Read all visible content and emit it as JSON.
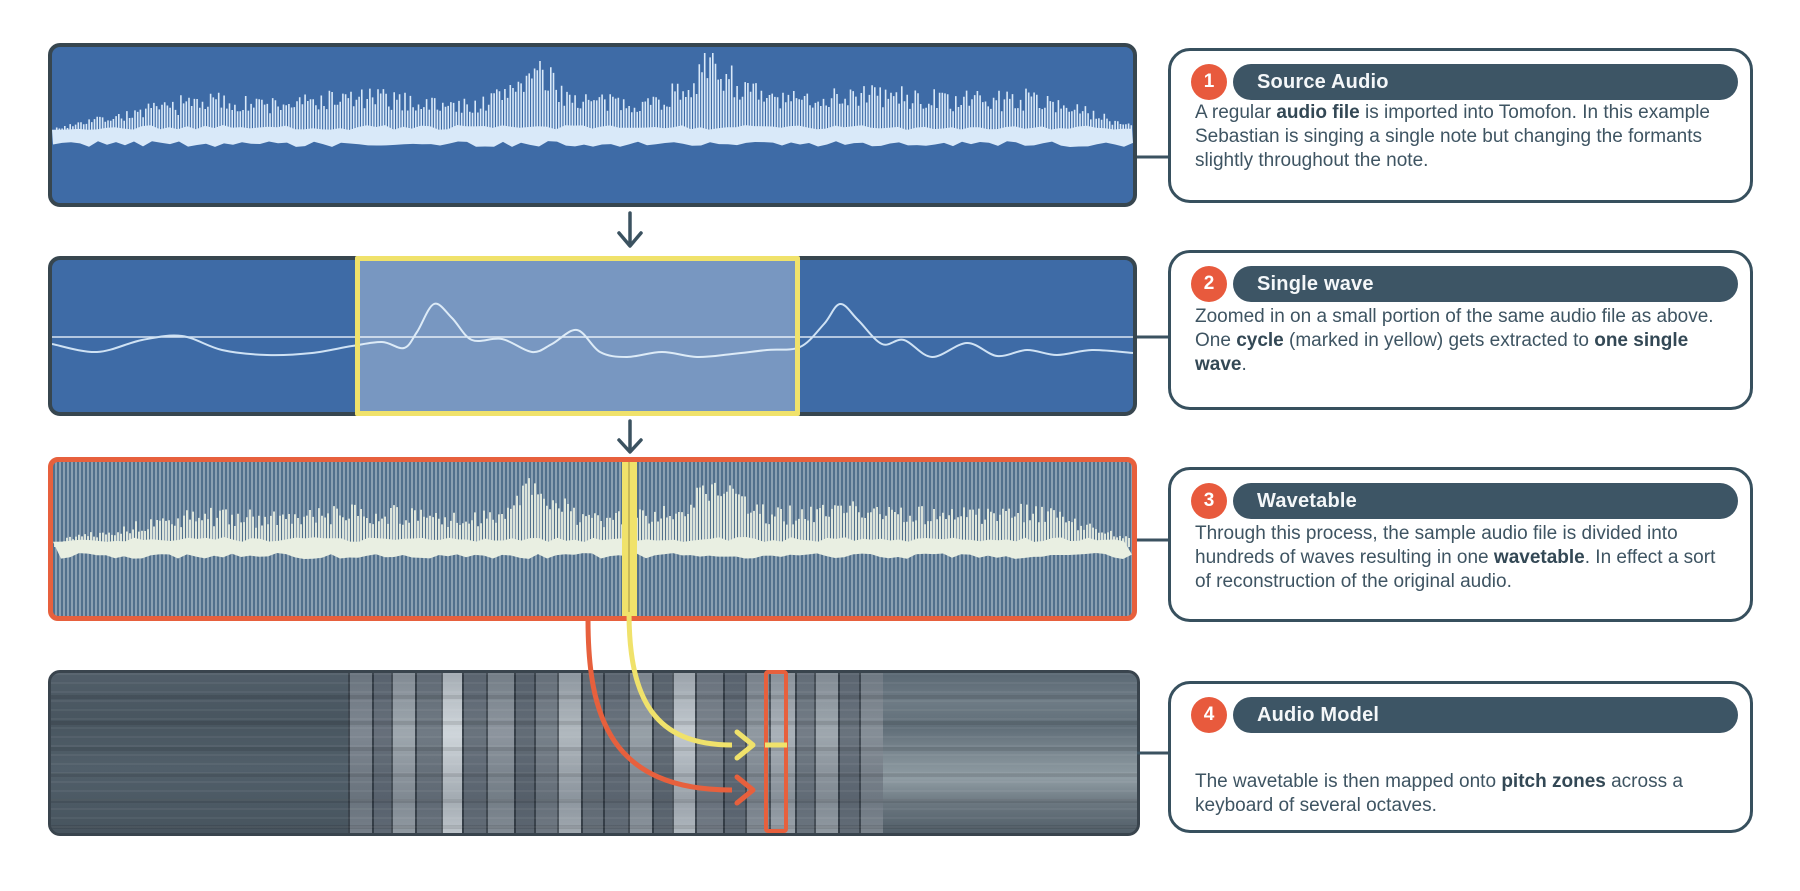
{
  "steps": [
    {
      "number": "1",
      "title": "Source Audio",
      "body": [
        {
          "t": "A regular ",
          "b": 0
        },
        {
          "t": "audio file",
          "b": 1
        },
        {
          "t": " is imported into Tomofon. In this example Sebastian is singing a single note but changing the formants slightly throughout the note.",
          "b": 0
        }
      ]
    },
    {
      "number": "2",
      "title": "Single wave",
      "body": [
        {
          "t": "Zoomed in on a small portion of the same audio file as above. One ",
          "b": 0
        },
        {
          "t": "cycle",
          "b": 1
        },
        {
          "t": " (marked in yellow) gets extracted to ",
          "b": 0
        },
        {
          "t": "one single wave",
          "b": 1
        },
        {
          "t": ".",
          "b": 0
        }
      ]
    },
    {
      "number": "3",
      "title": "Wavetable",
      "body": [
        {
          "t": "Through this process, the sample audio file is divided into hundreds of waves resulting in one ",
          "b": 0
        },
        {
          "t": "wavetable",
          "b": 1
        },
        {
          "t": ". In effect a sort of reconstruction of the original audio.",
          "b": 0
        }
      ]
    },
    {
      "number": "4",
      "title": "Audio Model",
      "body": [
        {
          "t": "The wavetable is then mapped onto ",
          "b": 0
        },
        {
          "t": "pitch zones",
          "b": 1
        },
        {
          "t": " across a keyboard of several octaves.",
          "b": 0
        }
      ]
    }
  ],
  "icons": {
    "down_arrow_icon": "↓",
    "right_arrow_icon": "→"
  },
  "colors": {
    "panel_blue": "#3e6ba6",
    "waveform_light": "#d9e9f9",
    "accent_yellow": "#f0e26b",
    "accent_orange": "#e7603d",
    "slate_dark": "#3d5565",
    "text": "#3e5462"
  }
}
